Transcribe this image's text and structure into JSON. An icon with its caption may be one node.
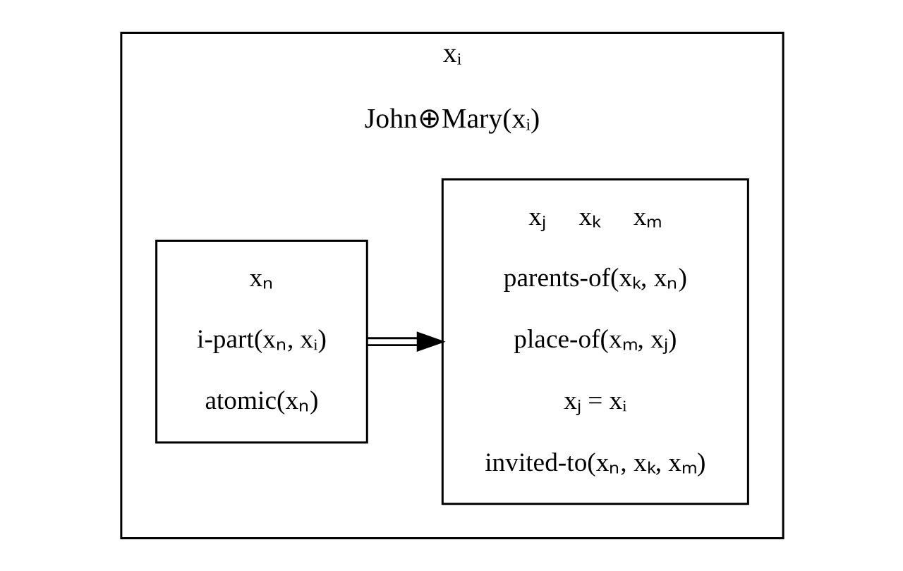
{
  "diagram": {
    "nodes": [
      {
        "text": [
          "xᵢ",
          "John⊕Mary(xᵢ)"
        ]
      },
      {
        "text": [
          "xₙ",
          "i-part(xₙ, xᵢ)",
          "atomic(xₙ)"
        ],
        "in": 0
      },
      {
        "text": [
          "xⱼ     xₖ     xₘ",
          "parents-of(xₖ, xₙ)",
          "place-of(xₘ, xⱼ)",
          "xⱼ = xᵢ",
          "invited-to(xₙ, xₖ, xₘ)"
        ],
        "in": 0
      }
    ],
    "edges": [
      {
        "from": 1,
        "to": 2,
        "arrow": "to"
      }
    ]
  }
}
